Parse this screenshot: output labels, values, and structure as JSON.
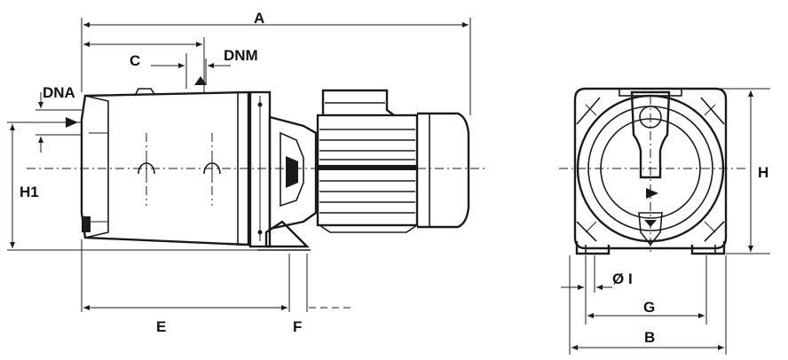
{
  "labels": {
    "A": "A",
    "C": "C",
    "DNM": "DNM",
    "DNA": "DNA",
    "H1": "H1",
    "E": "E",
    "F": "F",
    "H": "H",
    "phi_I": "Ø I",
    "G": "G",
    "B": "B"
  }
}
